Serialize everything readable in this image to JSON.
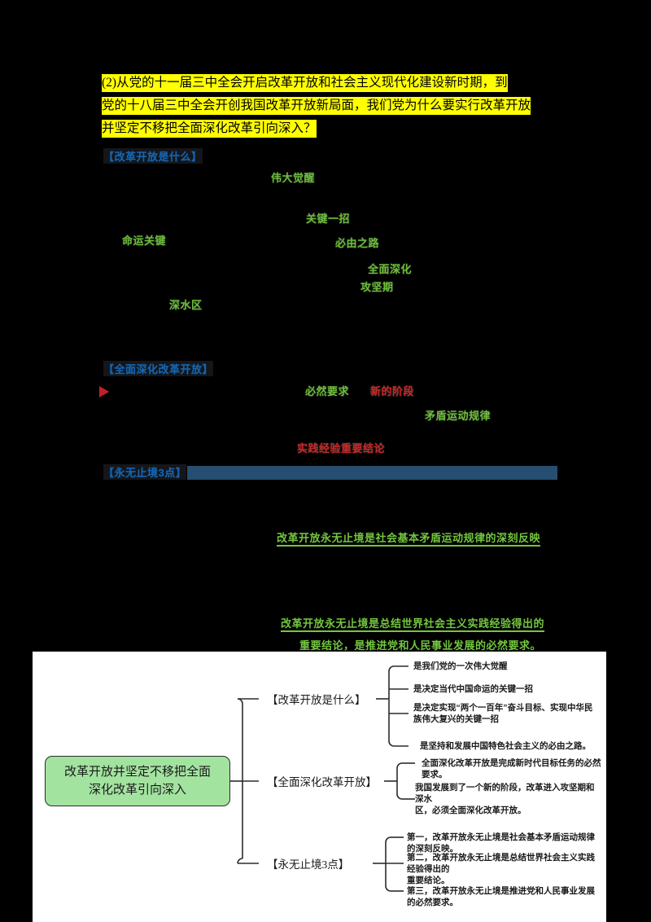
{
  "page": {
    "background_color": "#000000",
    "panel_color": "#ffffff",
    "highlight_color": "#ffff00",
    "accent_green": "#a3e3a0",
    "accent_blue": "#1565b0",
    "accent_red": "#d42a2a"
  },
  "question": {
    "line1": "(2)从党的十一届三中全会开启改革开放和社会主义现代化建设新时期，到",
    "line2": "党的十八届三中全会开创我国改革开放新局面，我们党为什么要实行改革开放",
    "line3": "并坚定不移把全面深化改革引向深入？"
  },
  "annotations": {
    "headings": [
      {
        "text": "【改革开放是什么】",
        "color": "#1565b0"
      },
      {
        "text": "【全面深化改革开放】",
        "color": "#1565b0"
      },
      {
        "text": "【永无止境3点】",
        "color": "#1565b0"
      }
    ],
    "fragments": [
      {
        "text": "伟大觉醒",
        "color": "#76cf3e"
      },
      {
        "text": "关键一招",
        "color": "#76cf3e"
      },
      {
        "text": "必由之路",
        "color": "#76cf3e"
      },
      {
        "text": "命运关键",
        "color": "#76cf3e"
      },
      {
        "text": "全面深化",
        "color": "#76cf3e"
      },
      {
        "text": "攻坚期",
        "color": "#76cf3e"
      },
      {
        "text": "深水区",
        "color": "#76cf3e"
      },
      {
        "text": "必然要求",
        "color": "#76cf3e"
      },
      {
        "text": "新的阶段",
        "color": "#d42a2a"
      },
      {
        "text": "矛盾运动规律",
        "color": "#d42a2a"
      },
      {
        "text": "实践经验重要结论",
        "color": "#76cf3e"
      },
      {
        "text": "改革开放永无止境是社会基本矛盾运动规律的深刻反映",
        "color": "#7ad143"
      },
      {
        "text": "改革开放永无止境是总结世界社会主义实践经验得出的",
        "color": "#7ad143"
      },
      {
        "text": "重要结论，是推进党和人民事业发展的必然要求。",
        "color": "#7ad143"
      }
    ]
  },
  "mindmap": {
    "root": "改革开放并坚定不移把全面\n深化改革引向深入",
    "branches": [
      {
        "label": "【改革开放是什么】",
        "leaves": [
          "是我们党的一次伟大觉醒",
          "是决定当代中国命运的关键一招",
          "是决定实现“两个一百年”奋斗目标、实现中华民\n族伟大复兴的关键一招",
          "是坚持和发展中国特色社会主义的必由之路。"
        ]
      },
      {
        "label": "【全面深化改革开放】",
        "leaves": [
          "全面深化改革开放是完成新时代目标任务的必然要求。",
          "我国发展到了一个新的阶段，改革进入攻坚期和深水\n区，必须全面深化改革开放。"
        ]
      },
      {
        "label": "【永无止境3点】",
        "leaves": [
          "第一，改革开放永无止境是社会基本矛盾运动规律的深刻反映。",
          "第二，改革开放永无止境是总结世界社会主义实践经验得出的\n重要结论。",
          "第三，改革开放永无止境是推进党和人民事业发展的必然要求。"
        ]
      }
    ]
  }
}
